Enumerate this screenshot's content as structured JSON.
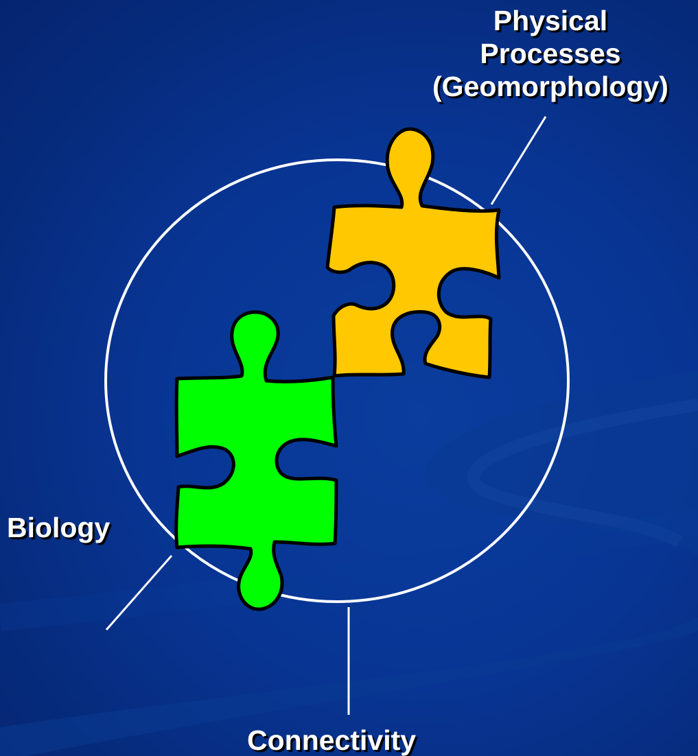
{
  "labels": {
    "physical_processes": [
      "Physical",
      "Processes",
      "(Geomorphology)"
    ],
    "biology": "Biology",
    "connectivity": "Connectivity"
  },
  "colors": {
    "background": "#083594",
    "circle": "#ffffff",
    "physical_piece": "#ffc800",
    "biology_piece": "#00ff00",
    "piece_outline": "#000000",
    "text": "#ffffff"
  },
  "icons": {
    "physical_piece": "puzzle-piece-icon",
    "biology_piece": "puzzle-piece-icon"
  }
}
